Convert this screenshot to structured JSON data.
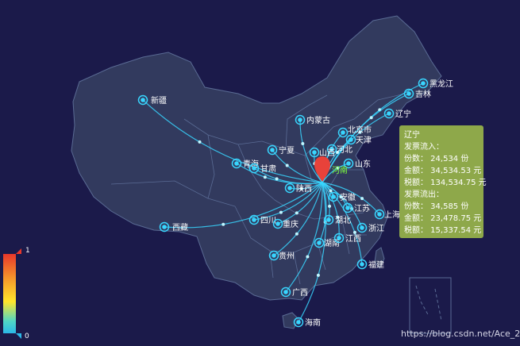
{
  "chart_data": {
    "type": "map-flow",
    "hub": "河南",
    "cities": [
      {
        "name": "新疆"
      },
      {
        "name": "内蒙古"
      },
      {
        "name": "黑龙江"
      },
      {
        "name": "吉林"
      },
      {
        "name": "辽宁"
      },
      {
        "name": "北京市"
      },
      {
        "name": "天津"
      },
      {
        "name": "河北"
      },
      {
        "name": "山西"
      },
      {
        "name": "宁夏"
      },
      {
        "name": "青海"
      },
      {
        "name": "甘肃"
      },
      {
        "name": "山东"
      },
      {
        "name": "陕西"
      },
      {
        "name": "江苏"
      },
      {
        "name": "上海"
      },
      {
        "name": "四川"
      },
      {
        "name": "重庆"
      },
      {
        "name": "湖北"
      },
      {
        "name": "浙江"
      },
      {
        "name": "西藏"
      },
      {
        "name": "湖南"
      },
      {
        "name": "江西"
      },
      {
        "name": "贵州"
      },
      {
        "name": "福建"
      },
      {
        "name": "广西"
      },
      {
        "name": "海南"
      },
      {
        "name": "安徽"
      }
    ],
    "visual_map": {
      "max_label": "1",
      "min_label": "0",
      "colors": [
        "#e8372b",
        "#f7a32b",
        "#ffe52b",
        "#4fd6c6",
        "#2bb8e8"
      ]
    },
    "colors": {
      "background": "#1b1a4a",
      "land": "#323a5e",
      "border": "#5a6b94",
      "flow": "#38d6ff",
      "hub_pin": "#e8423a",
      "tooltip_bg": "#8ea84a"
    }
  },
  "tooltip": {
    "title": "辽宁",
    "lines": [
      "发票流入：",
      "份数：  24,534 份",
      "金额：  34,534.53 元",
      "税额：  134,534.75 元",
      "发票流出：",
      "份数：  34,585 份",
      "金额：  23,478.75 元",
      "税额：  15,337.54 元"
    ]
  },
  "watermark": "https://blog.csdn.net/Ace_2"
}
